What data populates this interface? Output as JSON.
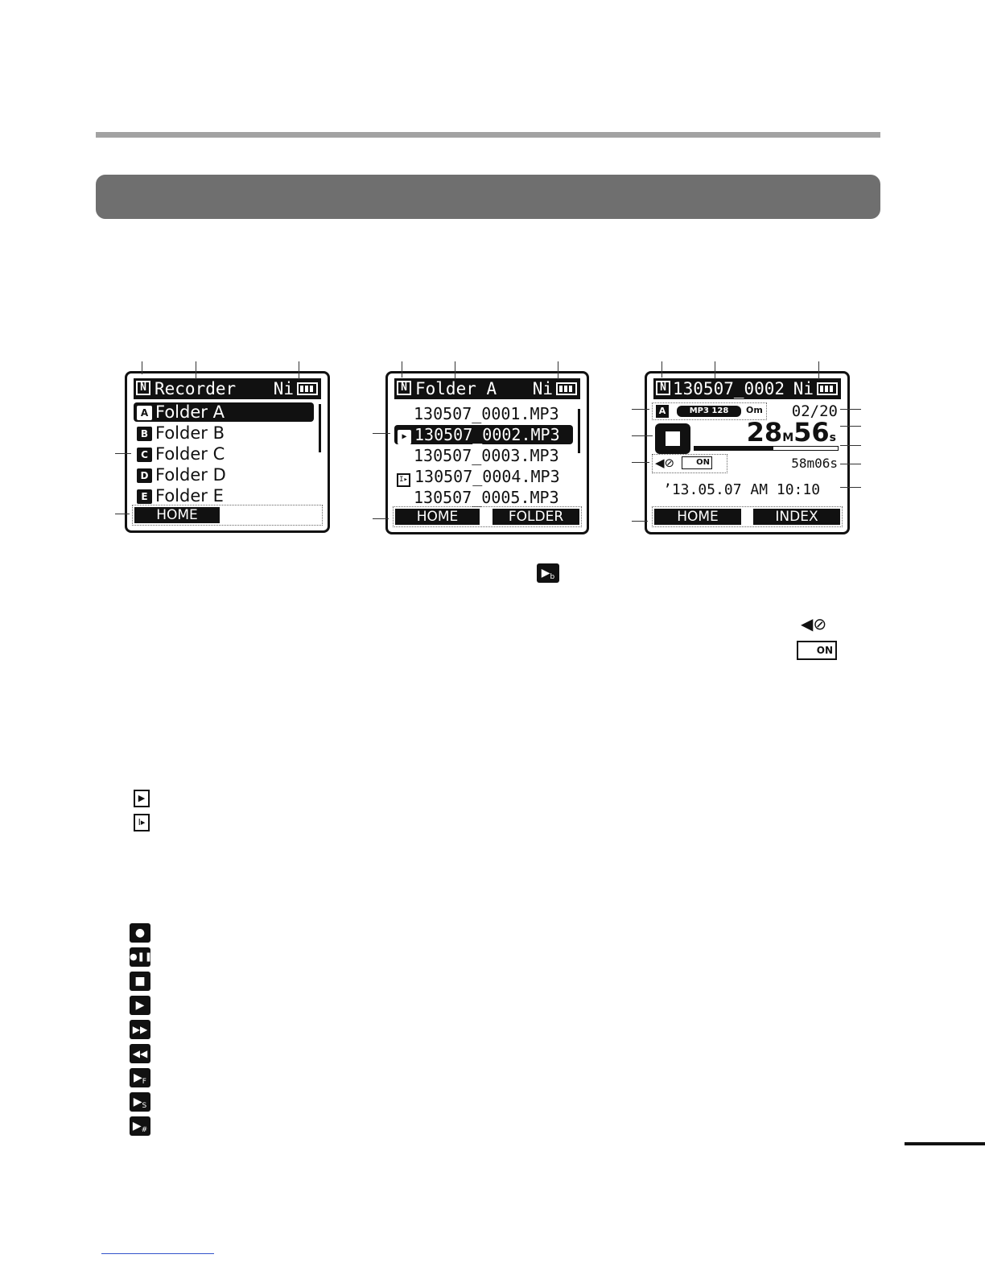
{
  "screen_home": {
    "in_badge": "N",
    "title": "Recorder",
    "battery_type": "Ni",
    "items": [
      {
        "tag": "A",
        "label": "Folder A"
      },
      {
        "tag": "B",
        "label": "Folder B"
      },
      {
        "tag": "C",
        "label": "Folder C"
      },
      {
        "tag": "D",
        "label": "Folder D"
      },
      {
        "tag": "E",
        "label": "Folder E"
      }
    ],
    "footer": {
      "left": "HOME"
    }
  },
  "screen_folder": {
    "in_badge": "N",
    "title": "Folder A",
    "battery_type": "Ni",
    "files": [
      "130507_0001.MP3",
      "130507_0002.MP3",
      "130507_0003.MP3",
      "130507_0004.MP3",
      "130507_0005.MP3"
    ],
    "play_mark": "▶",
    "index_mark": "I▸",
    "footer": {
      "left": "HOME",
      "right": "FOLDER"
    }
  },
  "screen_file": {
    "in_badge": "N",
    "title": "130507_0002",
    "battery_type": "Ni",
    "folder_tag": "A",
    "format": "MP3 128",
    "rec_mode": "Om",
    "file_count": "02/20",
    "elapsed_min": "28",
    "elapsed_min_unit": "M",
    "elapsed_sec": "56",
    "elapsed_sec_unit": "s",
    "remaining": "58m06s",
    "timestamp": "’13.05.07 AM 10:10",
    "mute_icon": "◀⊘",
    "on_label": "ON",
    "footer": {
      "left": "HOME",
      "right": "INDEX"
    }
  },
  "legend_icons": {
    "play_b_sub": "b",
    "on_label": "ON",
    "play_f_sub": "F",
    "play_s_sub": "S",
    "play_hash_sub": "#"
  }
}
